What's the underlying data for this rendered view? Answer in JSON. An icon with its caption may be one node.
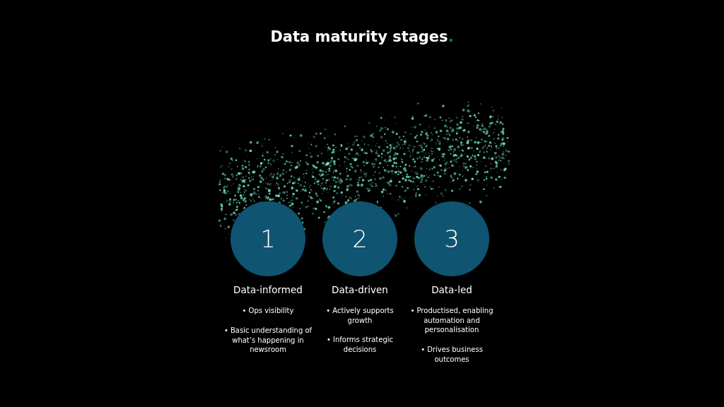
{
  "diagram": {
    "title": "Data maturity stages.",
    "nodes": [
      {
        "text": [
          "1"
        ],
        "beside": [
          "Data-informed",
          "• Ops visibility",
          "• Basic understanding of what’s happening in newsroom"
        ]
      },
      {
        "text": [
          "2"
        ],
        "beside": [
          "Data-driven",
          "• Actively supports growth",
          "• Informs strategic decisions"
        ]
      },
      {
        "text": [
          "3"
        ],
        "beside": [
          "Data-led",
          "• Productised, enabling automation and personalisation",
          "• Drives business outcomes"
        ]
      }
    ]
  }
}
